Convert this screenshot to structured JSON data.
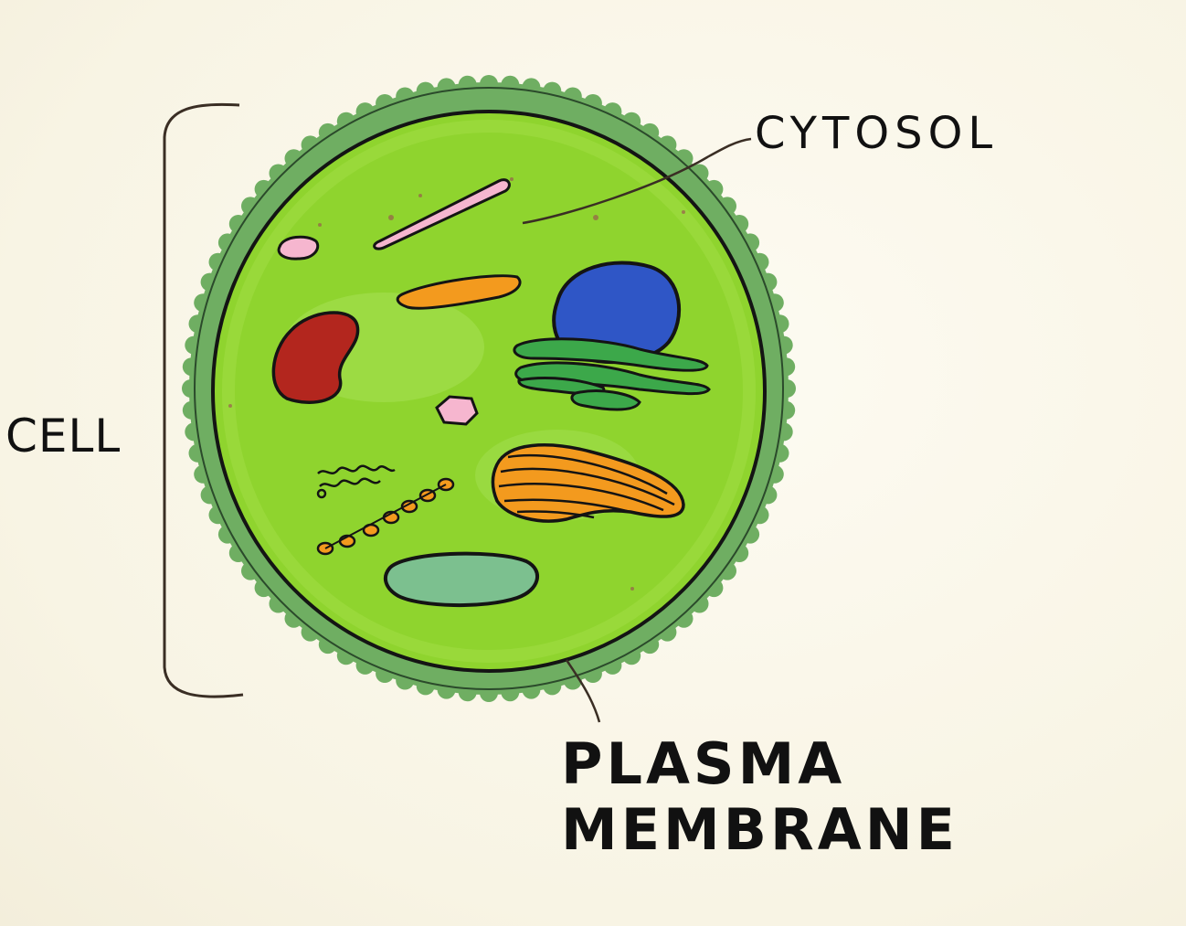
{
  "labels": {
    "cytosol": "CYTOSOL",
    "cell": "CELL",
    "plasma_membrane": "PLASMA\nMEMBRANE"
  },
  "colors": {
    "background": "#fbf8ec",
    "outer_membrane": "#6fae62",
    "cytoplasm": "#8fd42e",
    "nucleus": "#2f56c6",
    "endoplasmic_reticulum": "#3ca84a",
    "mitochondrion": "#f39a1e",
    "lysosome_red": "#b3261e",
    "vacuole": "#7cc08f",
    "vesicle_pink": "#f6b6cf",
    "ink": "#1a1a1a"
  }
}
